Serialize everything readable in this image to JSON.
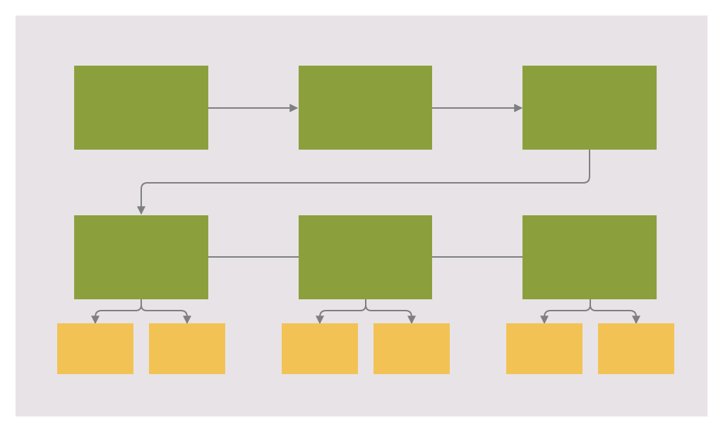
{
  "colors": {
    "background": "#e8e3e6",
    "process_box": "#8ba03c",
    "sub_box": "#f2c354",
    "connector": "#7f7f7f"
  },
  "diagram": {
    "rows": [
      {
        "id": "row-1",
        "boxes": [
          {
            "label": ""
          },
          {
            "label": ""
          },
          {
            "label": ""
          }
        ]
      },
      {
        "id": "row-2",
        "boxes": [
          {
            "label": ""
          },
          {
            "label": ""
          },
          {
            "label": ""
          }
        ]
      }
    ],
    "sub_boxes_per_parent": 2,
    "sub_boxes": [
      {
        "label": ""
      },
      {
        "label": ""
      },
      {
        "label": ""
      },
      {
        "label": ""
      },
      {
        "label": ""
      },
      {
        "label": ""
      }
    ]
  }
}
